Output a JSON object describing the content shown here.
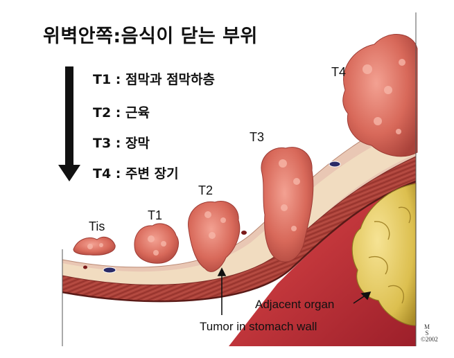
{
  "title": "위벽안쪽:음식이 닫는 부위",
  "stages": [
    {
      "label": "T1 : 점막과 점막하층"
    },
    {
      "label": "T2 : 근육"
    },
    {
      "label": "T3 : 장막"
    },
    {
      "label": "T4 : 주변 장기"
    }
  ],
  "diagram_labels": {
    "tis": "Tis",
    "t1": "T1",
    "t2": "T2",
    "t3": "T3",
    "t4": "T4",
    "adjacent_organ": "Adjacent organ",
    "tumor_wall": "Tumor in stomach wall"
  },
  "signature": "M\nS\n©2002",
  "colors": {
    "muscle": "#a8413a",
    "muscle_dark": "#7e2a25",
    "mucosa": "#e9c7b4",
    "submucosa": "#f1dcc0",
    "tumor": "#d96a5a",
    "tumor_dark": "#b4473d",
    "organ": "#e3c65a",
    "organ_dark": "#b7962c",
    "cavity": "#c9323a"
  }
}
